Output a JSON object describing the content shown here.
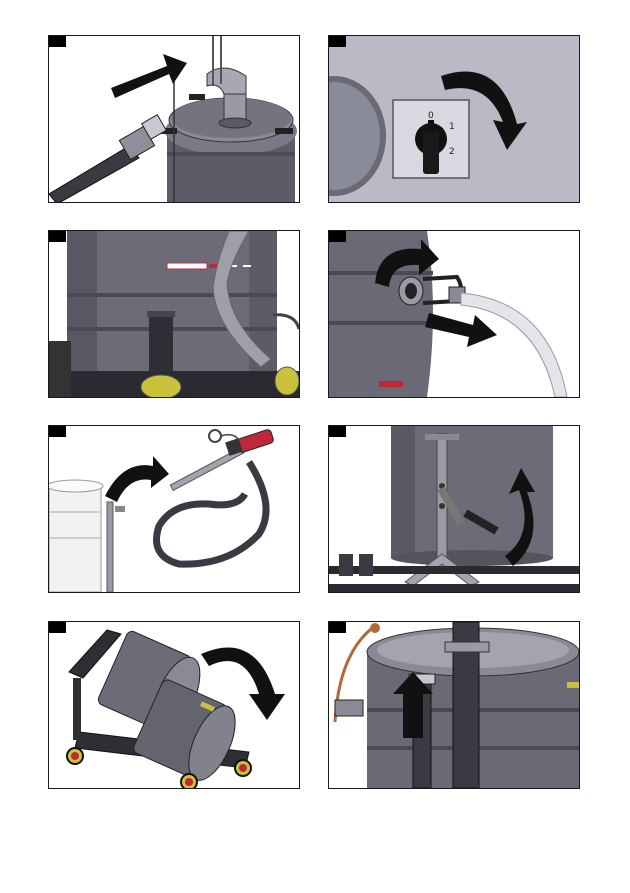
{
  "switch": {
    "pos0": "0",
    "pos1": "1",
    "pos2": "2"
  },
  "colors": {
    "drum": "#6e6e7a",
    "drum_dark": "#3e3e48",
    "frame": "#2b2b30",
    "accent_red": "#c0283a",
    "accent_yellow": "#c9c23a",
    "hose_light": "#e4e4ea",
    "panel_bg": "#b9bac6"
  },
  "icons": [
    "step-marker",
    "arrow-right",
    "arrow-clockwise",
    "arrow-up",
    "rotary-switch",
    "vacuum-drum",
    "hose",
    "trolley"
  ]
}
